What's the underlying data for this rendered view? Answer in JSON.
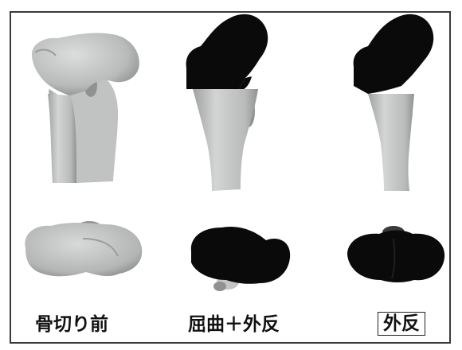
{
  "panels": [
    {
      "id": "preop",
      "label": "骨切り前"
    },
    {
      "id": "flexion_valgus",
      "label": "屈曲＋外反"
    },
    {
      "id": "valgus",
      "label": "外反",
      "boxed": true
    }
  ],
  "colors": {
    "bone_gray": "#c4c6c5",
    "bone_shadow": "#8d908f",
    "segment_black": "#0a0a0a",
    "frame": "#3a3a3a"
  }
}
